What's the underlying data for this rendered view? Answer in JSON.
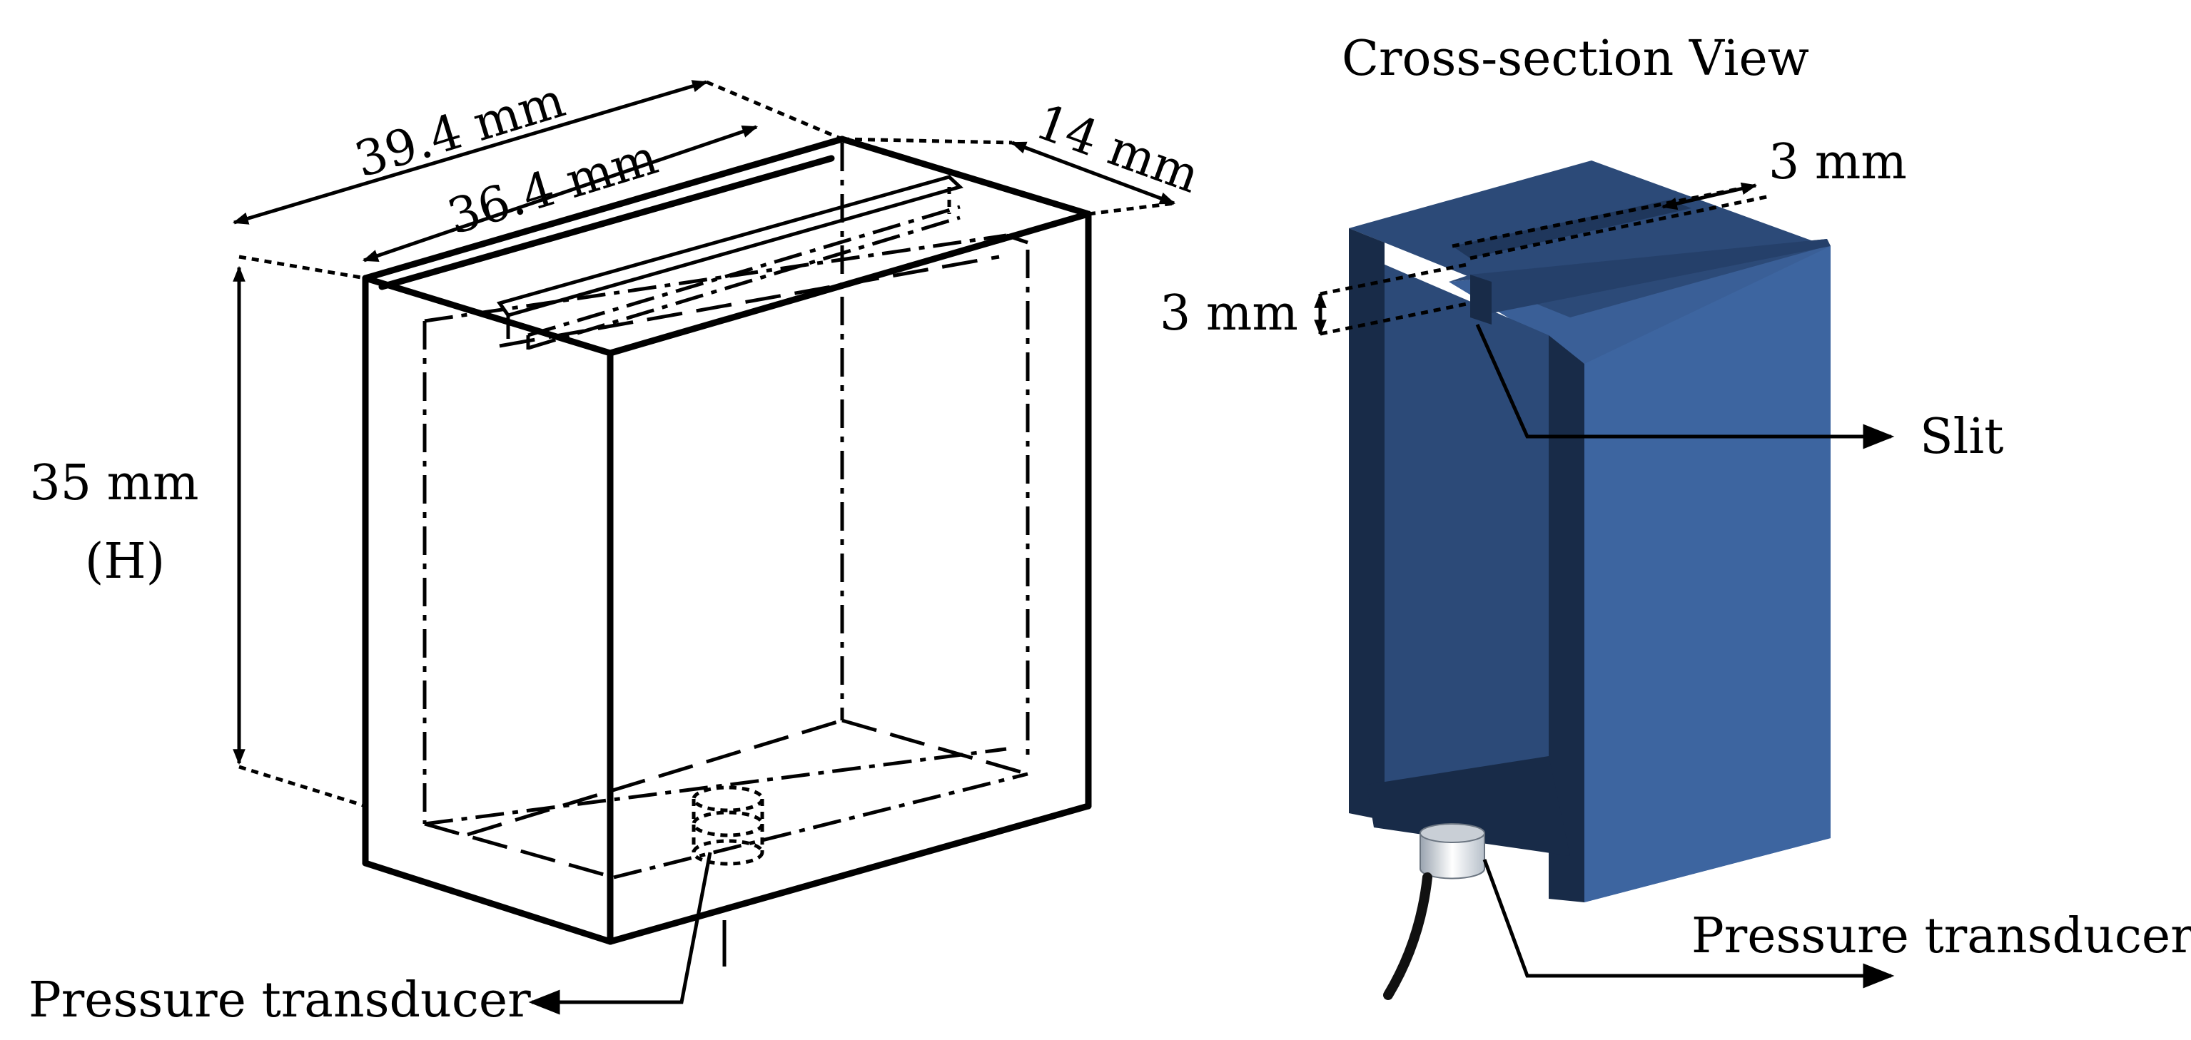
{
  "left_view": {
    "dim_outer_length": "39.4 mm",
    "dim_inner_length": "36.4 mm",
    "dim_depth": "14 mm",
    "dim_height_line1": "35 mm",
    "dim_height_line2": "(H)",
    "transducer_label": "Pressure transducer"
  },
  "right_view": {
    "title": "Cross-section View",
    "dim_slit_width": "3 mm",
    "dim_slit_depth": "3 mm",
    "slit_label": "Slit",
    "transducer_label": "Pressure transducer"
  },
  "colors": {
    "block_front": "#3a5f97",
    "block_side": "#2c4a78",
    "block_top": "#25406a",
    "block_dark": "#182b48",
    "line": "#000000",
    "transducer": "#d8dde3"
  }
}
